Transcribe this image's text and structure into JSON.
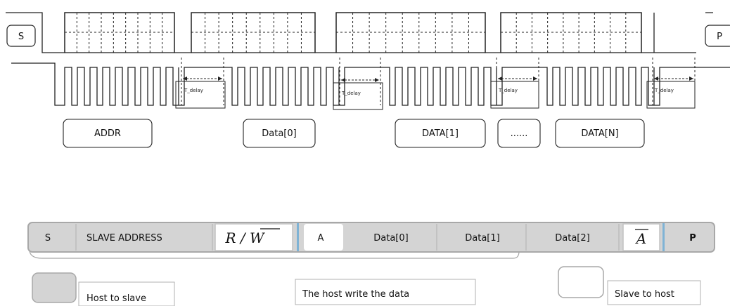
{
  "timing": {
    "start_label": "S",
    "stop_label": "P",
    "delay_label": "T_delay",
    "byte_labels": [
      "ADDR",
      "Data[0]",
      "DATA[1]",
      "......",
      "DATA[N]"
    ]
  },
  "frame": {
    "cells": [
      {
        "text": "S",
        "style": "gray"
      },
      {
        "text": "SLAVE ADDRESS",
        "style": "gray"
      },
      {
        "text": "R / W",
        "style": "rw"
      },
      {
        "text": "A",
        "style": "white"
      },
      {
        "text": "Data[0]",
        "style": "gray"
      },
      {
        "text": "Data[1]",
        "style": "gray"
      },
      {
        "text": "Data[2]",
        "style": "gray"
      },
      {
        "text": "A",
        "style": "abar"
      },
      {
        "text": "P",
        "style": "gray-bold"
      }
    ]
  },
  "legend": {
    "host_to_slave": "Host to slave",
    "host_write": "The host write the data",
    "slave_to_host": "Slave to host"
  },
  "colors": {
    "gray": "#d4d4d4",
    "border": "#a8a8a8",
    "accent": "#7fb3d5",
    "line": "#222222"
  }
}
